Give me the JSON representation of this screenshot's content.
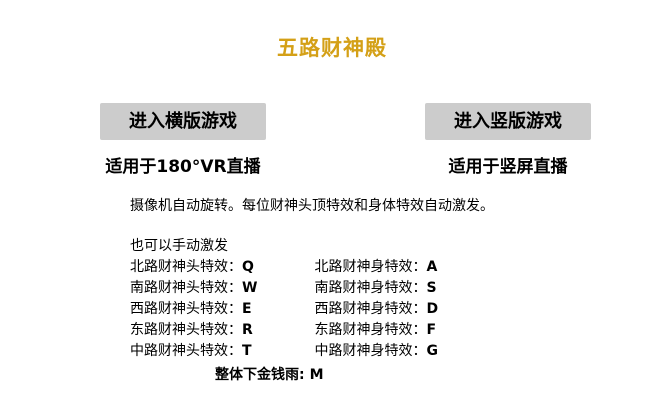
{
  "title": "五路财神殿",
  "colors": {
    "title": "#d4a017",
    "button_bg": "#cccccc",
    "button_text": "#000000",
    "page_bg": "#ffffff"
  },
  "buttons": {
    "horizontal": {
      "label": "进入横版游戏",
      "subtitle": "适用于180°VR直播"
    },
    "vertical": {
      "label": "进入竖版游戏",
      "subtitle": "适用于竖屏直播"
    }
  },
  "instructions": {
    "auto_line": "摄像机自动旋转。每位财神头顶特效和身体特效自动激发。",
    "manual_header": "也可以手动激发",
    "hotkeys": [
      {
        "head_label": "北路财神头特效：",
        "head_key": "Q",
        "body_label": "北路财神身特效：",
        "body_key": "A"
      },
      {
        "head_label": "南路财神头特效：",
        "head_key": "W",
        "body_label": "南路财神身特效：",
        "body_key": "S"
      },
      {
        "head_label": "西路财神头特效：",
        "head_key": "E",
        "body_label": "西路财神身特效：",
        "body_key": "D"
      },
      {
        "head_label": "东路财神头特效：",
        "head_key": "R",
        "body_label": "东路财神身特效：",
        "body_key": "F"
      },
      {
        "head_label": "中路财神头特效：",
        "head_key": "T",
        "body_label": "中路财神身特效：",
        "body_key": "G"
      }
    ],
    "rain_label": "整体下金钱雨:",
    "rain_key": "M"
  }
}
